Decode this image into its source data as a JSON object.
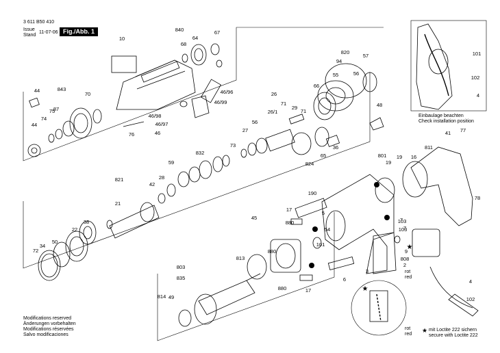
{
  "header": {
    "doc_number": "3 611 B50 410",
    "issue_label": "Issue",
    "stand_label": "Stand",
    "date": "11-07-06",
    "figure_label": "Fig./Abb. 1"
  },
  "footer_left": [
    "Modifications reserved",
    "Änderungen vorbehalten",
    "Modifications réservées",
    "Salvo modificaciones"
  ],
  "installation_note": [
    "Einbaulage beachten",
    "Check installation position"
  ],
  "loctite_note": [
    "mit Loctite 222 sichern",
    "secure with Loctite 222"
  ],
  "wire_colors": {
    "rot": "rot",
    "red": "red"
  },
  "part_numbers": [
    "840",
    "64",
    "67",
    "68",
    "10",
    "44",
    "843",
    "70",
    "75",
    "87",
    "74",
    "44",
    "46/96",
    "46/99",
    "46/98",
    "46/97",
    "46",
    "76",
    "820",
    "94",
    "57",
    "66",
    "55",
    "56",
    "48",
    "26",
    "71",
    "29",
    "26/1",
    "27",
    "71",
    "56",
    "36",
    "65",
    "824",
    "73",
    "832",
    "59",
    "28",
    "42",
    "821",
    "21",
    "38",
    "22",
    "72",
    "34",
    "50",
    "190",
    "880",
    "17",
    "880",
    "45",
    "54",
    "17",
    "880",
    "813",
    "803",
    "835",
    "49",
    "814",
    "16",
    "19",
    "19",
    "801",
    "811",
    "41",
    "77",
    "78",
    "102",
    "101",
    "4",
    "103",
    "7",
    "9",
    "808",
    "2",
    "3",
    "6",
    "5",
    "101",
    "102",
    "4",
    "103",
    "7"
  ],
  "colors": {
    "ink": "#000000",
    "paper": "#ffffff"
  }
}
